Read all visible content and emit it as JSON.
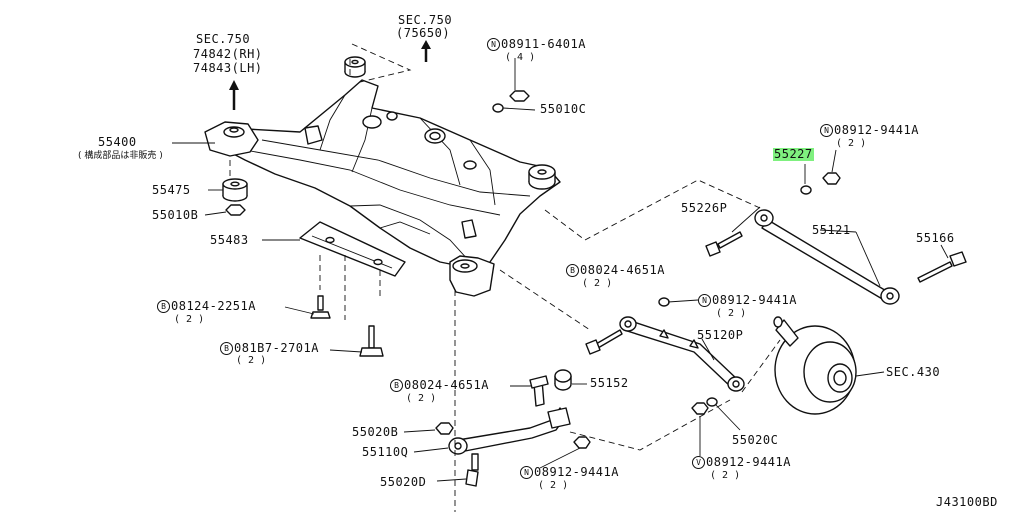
{
  "diagram_code": "J43100BD",
  "highlight_color": "#7ff07f",
  "labels": {
    "sec750_left": {
      "title": "SEC.750",
      "line1": "74842(RH)",
      "line2": "74843(LH)"
    },
    "sec750_top": {
      "title": "SEC.750",
      "line1": "(75650)"
    },
    "p55400": {
      "code": "55400",
      "note": "( 構成部品は非販売 )"
    },
    "p55475": {
      "code": "55475"
    },
    "p55010b": {
      "code": "55010B"
    },
    "p55483": {
      "code": "55483"
    },
    "p08124": {
      "badge": "B",
      "code": "08124-2251A",
      "qty": "( 2 )"
    },
    "p081b7": {
      "badge": "B",
      "code": "081B7-2701A",
      "qty": "( 2 )"
    },
    "p08911": {
      "badge": "N",
      "code": "08911-6401A",
      "qty": "( 4 )"
    },
    "p55010c": {
      "code": "55010C"
    },
    "p08912_top": {
      "badge": "N",
      "code": "08912-9441A",
      "qty": "( 2 )"
    },
    "p55227": {
      "code": "55227"
    },
    "p55226p": {
      "code": "55226P"
    },
    "p55121": {
      "code": "55121"
    },
    "p55166": {
      "code": "55166"
    },
    "p08024_mid": {
      "badge": "B",
      "code": "08024-4651A",
      "qty": "( 2 )"
    },
    "p08912_mid": {
      "badge": "N",
      "code": "08912-9441A",
      "qty": "( 2 )"
    },
    "p55120p": {
      "code": "55120P"
    },
    "sec430": {
      "code": "SEC.430"
    },
    "p08024_low": {
      "badge": "B",
      "code": "08024-4651A",
      "qty": "( 2 )"
    },
    "p55152": {
      "code": "55152"
    },
    "p55020b": {
      "code": "55020B"
    },
    "p55110q": {
      "code": "55110Q"
    },
    "p55020d": {
      "code": "55020D"
    },
    "p08912_low": {
      "badge": "N",
      "code": "08912-9441A",
      "qty": "( 2 )"
    },
    "p55020c": {
      "code": "55020C"
    },
    "p08912_bot": {
      "badge": "V",
      "code": "08912-9441A",
      "qty": "( 2 )"
    }
  }
}
